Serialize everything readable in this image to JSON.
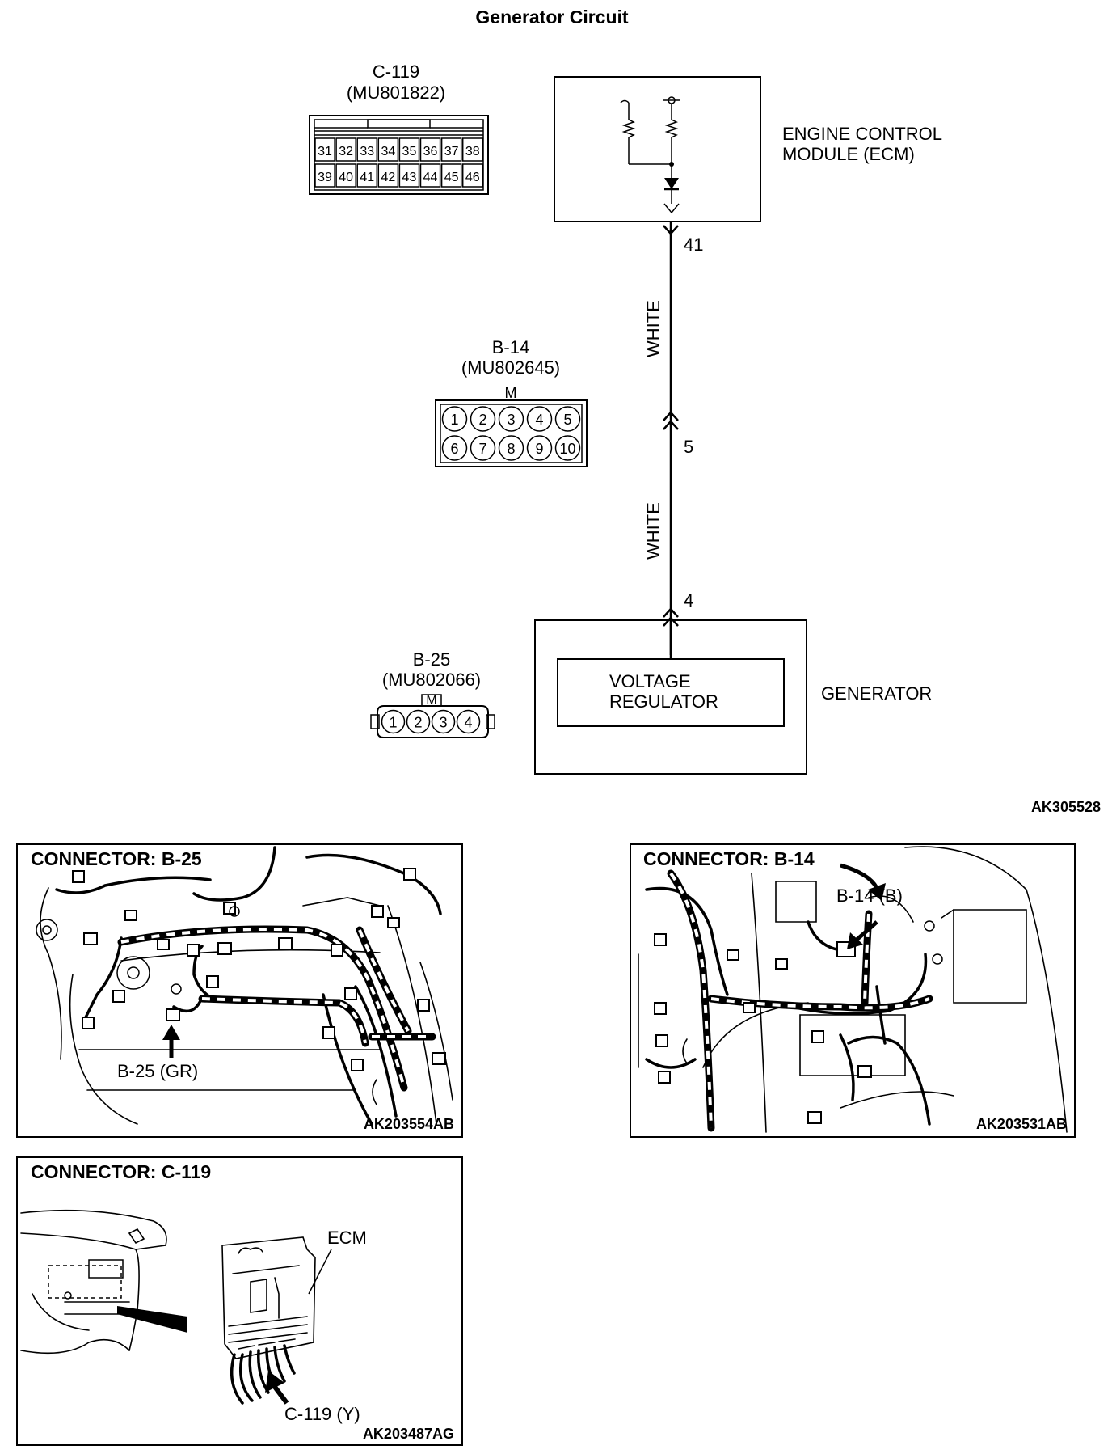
{
  "title": "Generator Circuit",
  "connectors": {
    "c119": {
      "name": "C-119",
      "part": "(MU801822)",
      "pins_top": [
        "31",
        "32",
        "33",
        "34",
        "35",
        "36",
        "37",
        "38"
      ],
      "pins_bottom": [
        "39",
        "40",
        "41",
        "42",
        "43",
        "44",
        "45",
        "46"
      ]
    },
    "b14": {
      "name": "B-14",
      "part": "(MU802645)",
      "key": "M",
      "pins_top": [
        "1",
        "2",
        "3",
        "4",
        "5"
      ],
      "pins_bottom": [
        "6",
        "7",
        "8",
        "9",
        "10"
      ]
    },
    "b25": {
      "name": "B-25",
      "part": "(MU802066)",
      "key": "M",
      "pins": [
        "1",
        "2",
        "3",
        "4"
      ]
    }
  },
  "components": {
    "ecm": {
      "label_line1": "ENGINE CONTROL",
      "label_line2": "MODULE (ECM)"
    },
    "generator": {
      "label": "GENERATOR"
    },
    "regulator": {
      "label_line1": "VOLTAGE",
      "label_line2": "REGULATOR"
    }
  },
  "wiring": {
    "pin_ecm": "41",
    "pin_b14": "5",
    "pin_generator": "4",
    "wire_upper": "WHITE",
    "wire_lower": "WHITE"
  },
  "diagram_code": "AK305528",
  "panels": {
    "b25": {
      "title": "CONNECTOR: B-25",
      "callout": "B-25 (GR)",
      "code": "AK203554AB"
    },
    "b14": {
      "title": "CONNECTOR: B-14",
      "callout": "B-14 (B)",
      "code": "AK203531AB"
    },
    "c119": {
      "title": "CONNECTOR: C-119",
      "callout": "C-119 (Y)",
      "label_ecm": "ECM",
      "code": "AK203487AG"
    }
  }
}
